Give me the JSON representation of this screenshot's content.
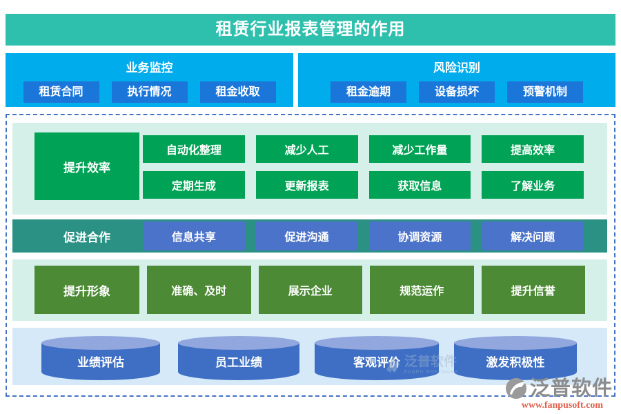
{
  "title": "租赁行业报表管理的作用",
  "monitor": {
    "header": "业务监控",
    "buttons": [
      "租赁合同",
      "执行情况",
      "租金收取"
    ]
  },
  "risk": {
    "header": "风险识别",
    "buttons": [
      "租金逾期",
      "设备损坏",
      "预警机制"
    ]
  },
  "efficiency": {
    "label": "提升效率",
    "row1": [
      "自动化整理",
      "减少人工",
      "减少工作量",
      "提高效率"
    ],
    "row2": [
      "定期生成",
      "更新报表",
      "获取信息",
      "了解业务"
    ]
  },
  "cooperation": {
    "label": "促进合作",
    "items": [
      "信息共享",
      "促进沟通",
      "协调资源",
      "解决问题"
    ]
  },
  "image_row": {
    "label": "提升形象",
    "items": [
      "准确、及时",
      "展示企业",
      "规范运作",
      "提升信誉"
    ]
  },
  "evaluation": {
    "cylinders": [
      "业绩评估",
      "员工业绩",
      "客观评价",
      "激发积极性"
    ]
  },
  "watermark": {
    "brand": "泛普软件",
    "caption": "FANPU SOFTWARE"
  },
  "footer": {
    "brand": "泛普软件",
    "url": "www.fanpusoft.com"
  },
  "colors": {
    "title_teal": "#2EBFAD",
    "panel_blue": "#00ACEC",
    "button_blue": "#1B76D9",
    "green": "#00A355",
    "mint_bg": "#D5EFE9",
    "band_teal": "#2B9185",
    "periwinkle_blue": "#4A73C9",
    "olive_green": "#4C8A35",
    "light_blue_bg": "#D6E9F8",
    "cylinder_body": "#3E6FC4",
    "cylinder_top": "#92A7DD",
    "dashed_border": "#4472C4",
    "logo_gray": "#8C8C8C",
    "url_red": "#DF5F4A"
  }
}
